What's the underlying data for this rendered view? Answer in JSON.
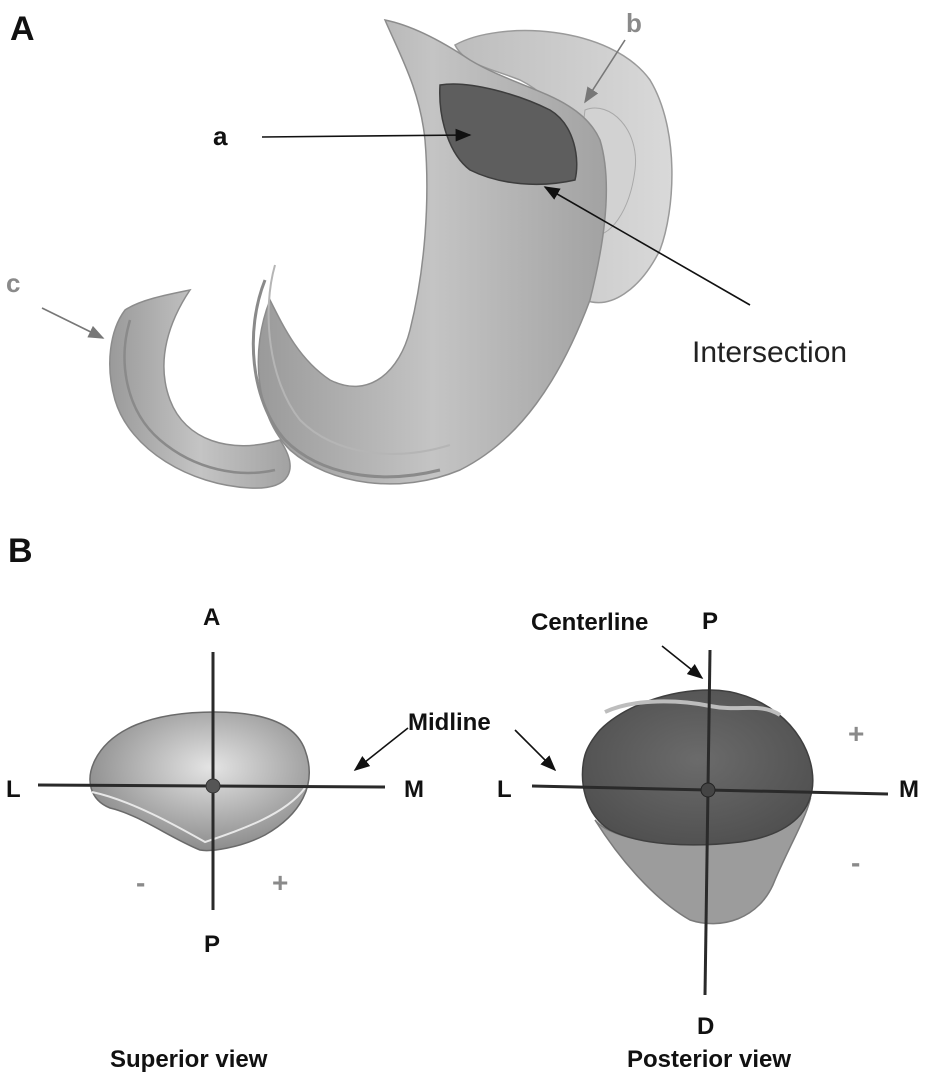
{
  "panel_a": {
    "panel_label": "A",
    "labels": {
      "a": "a",
      "b": "b",
      "c": "c",
      "intersection": "Intersection"
    }
  },
  "panel_b": {
    "panel_label": "B",
    "superior": {
      "caption": "Superior view",
      "axis_top": "A",
      "axis_bottom": "P",
      "axis_left": "L",
      "axis_right": "M",
      "sign_minus": "-",
      "sign_plus": "+"
    },
    "posterior": {
      "caption": "Posterior view",
      "axis_top": "P",
      "axis_bottom": "D",
      "axis_left": "L",
      "axis_right": "M",
      "sign_plus": "+",
      "sign_minus": "-",
      "centerline": "Centerline"
    },
    "midline": "Midline"
  },
  "colors": {
    "surface_light": "#c9c9c9",
    "surface_mid": "#a7a7a7",
    "surface_dark": "#6f6f6f",
    "intersection_fill": "#5e5e5e",
    "grey_label": "#8a8a8a"
  }
}
